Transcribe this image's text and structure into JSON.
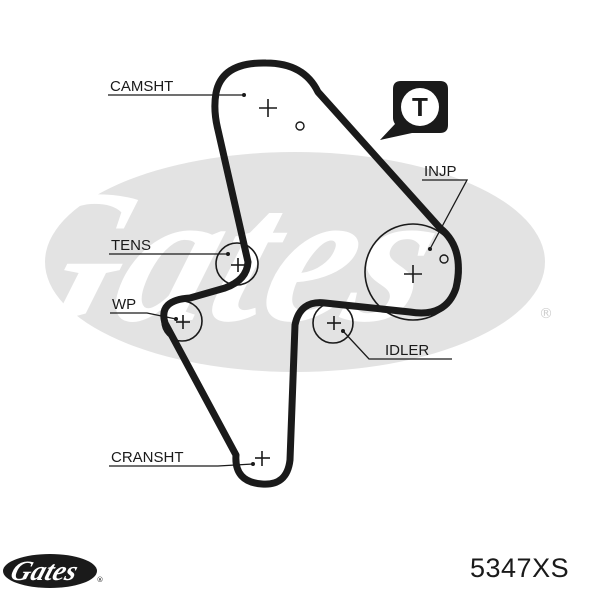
{
  "brand": {
    "wordmark": "Gates",
    "registered_symbol": "®",
    "watermark_color": "#e3e3e3",
    "logo_color": "#1a1a1a"
  },
  "diagram": {
    "belt_color": "#1a1a1a",
    "labels": {
      "camshaft": "CAMSHT",
      "injection_pump": "INJP",
      "tensioner": "TENS",
      "water_pump": "WP",
      "idler": "IDLER",
      "crankshaft": "CRANSHT"
    },
    "tension_badge": {
      "letter": "T",
      "icon": "tensioner-marker-badge"
    }
  },
  "part_number": "5347XS"
}
